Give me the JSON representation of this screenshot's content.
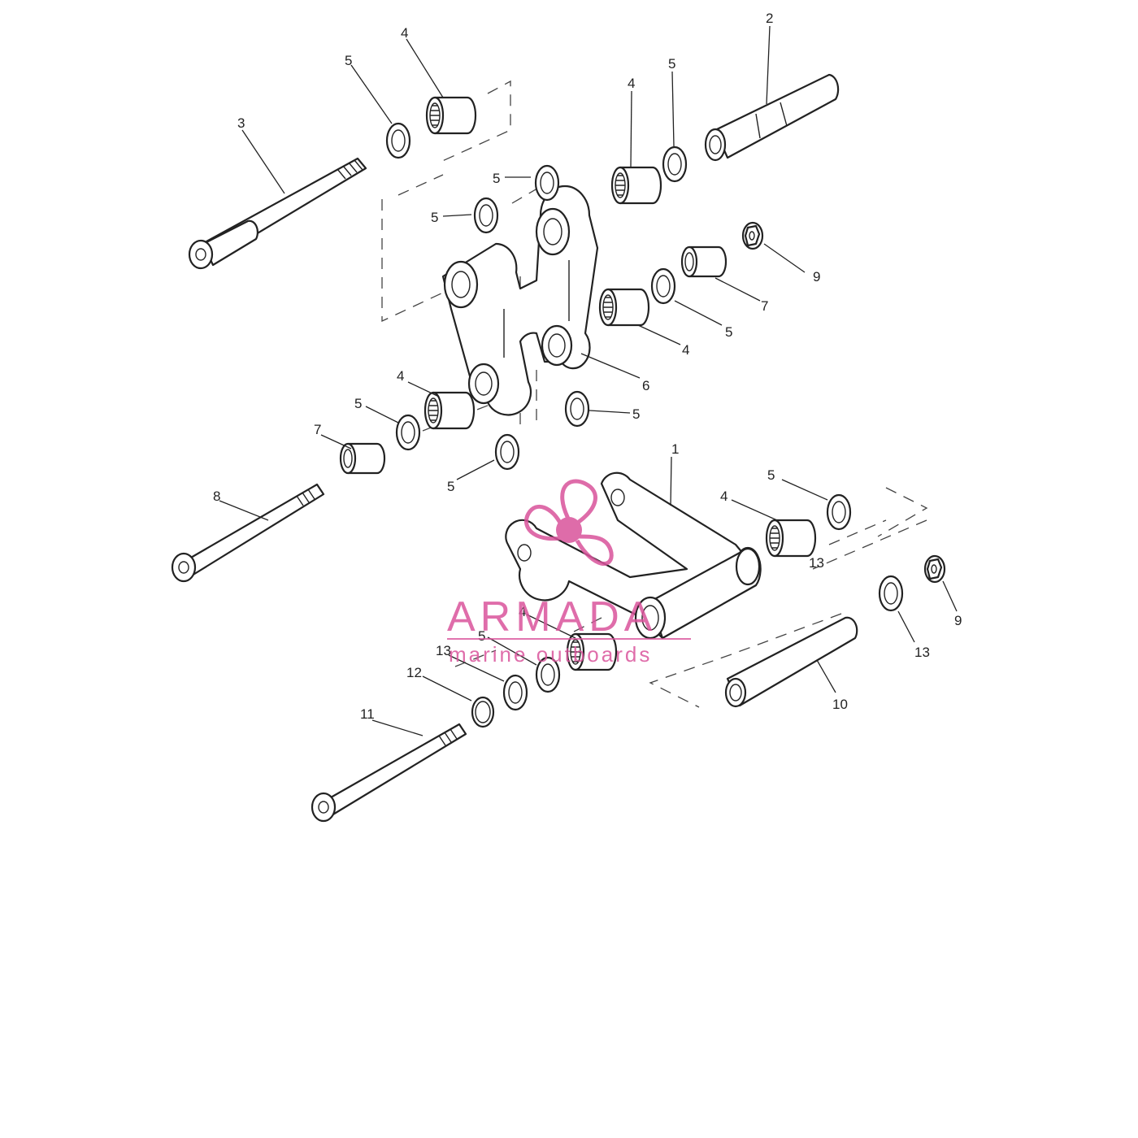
{
  "diagram": {
    "type": "exploded-parts-diagram",
    "callouts": [
      "1",
      "2",
      "3",
      "4",
      "5",
      "6",
      "7",
      "8",
      "9",
      "10",
      "11",
      "12",
      "13"
    ]
  },
  "watermark": {
    "brand": "ARMADA",
    "tagline": "marine outboards",
    "color": "#d9539b"
  }
}
